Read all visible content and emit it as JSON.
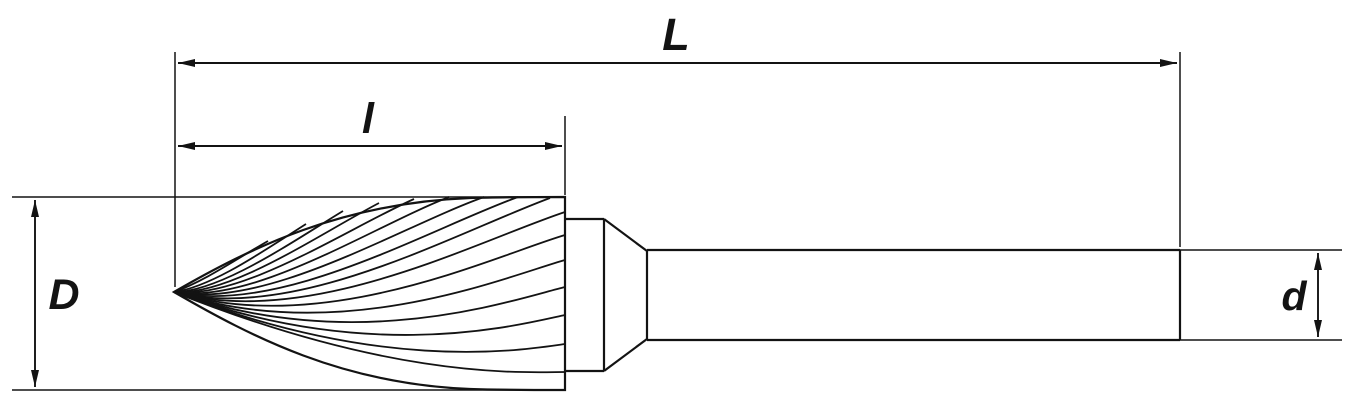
{
  "figure": {
    "type": "technical-drawing",
    "subject": "rotary burr side view with dimension lines",
    "background_color": "#ffffff",
    "line_color": "#131313",
    "dimensions": {
      "total_length_label": "L",
      "cutting_length_label": "l",
      "head_diameter_label": "D",
      "shank_diameter_label": "d"
    }
  }
}
